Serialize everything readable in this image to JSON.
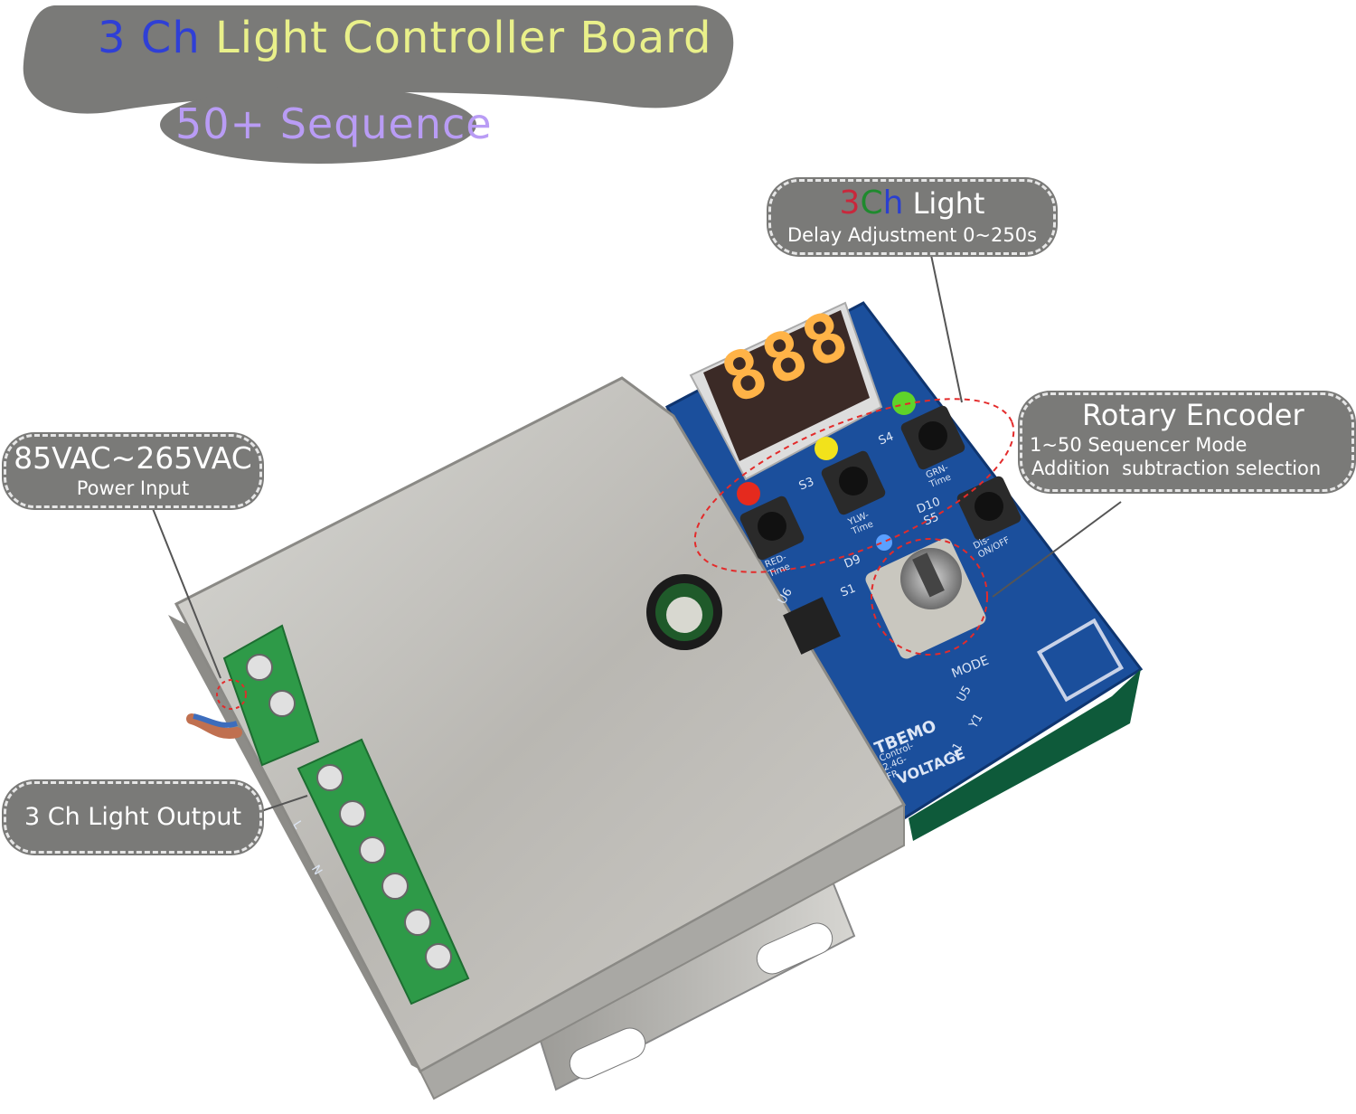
{
  "header": {
    "title_part1": "3 Ch",
    "title_part2": "Light Controller  Board",
    "subtitle": "50+ Sequence"
  },
  "callouts": {
    "light_delay": {
      "prefix_3": "3",
      "prefix_C": "C",
      "prefix_h": "h",
      "title_rest": " Light",
      "detail": "Delay Adjustment 0~250s"
    },
    "rotary": {
      "title": "Rotary Encoder",
      "line2": "1~50 Sequencer Mode",
      "line3": "Addition  subtraction selection"
    },
    "power": {
      "title": "85VAC~265VAC",
      "detail": "Power Input"
    },
    "output": {
      "title": "3 Ch Light Output"
    }
  },
  "board": {
    "display_digits": "888",
    "labels": {
      "s3": "S3",
      "s4": "S4",
      "s5": "S5",
      "s1": "S1",
      "d9": "D9",
      "d10": "D10",
      "u6": "U6",
      "u5": "U5",
      "y1": "Y1",
      "l1": "L1",
      "red_time": "RED-Time",
      "ylw_time": "YLW-Time",
      "grn_time": "GRN-Time",
      "dis_onoff": "Dis-ON/OFF",
      "mode": "MODE",
      "brand": "TBEMO",
      "model": "Control-2.4G-FR",
      "voltage": "VOLTAGE",
      "terminal_n": "N",
      "terminal_l": "L"
    }
  },
  "colors": {
    "badge_gray": "#7a7a78",
    "title_blue": "#2f3fd6",
    "title_yellow": "#e9f08a",
    "subtitle_purple": "#b99cf5",
    "ch_red": "#c8283c",
    "ch_green": "#1f8a2e",
    "ch_blue": "#2a3fd0",
    "pcb_blue": "#1b4f9c",
    "terminal_green": "#2e9a48",
    "led_red": "#e52a1e",
    "led_yellow": "#f2e21b",
    "led_green": "#5fd32a",
    "segment_orange": "#ffb347"
  }
}
